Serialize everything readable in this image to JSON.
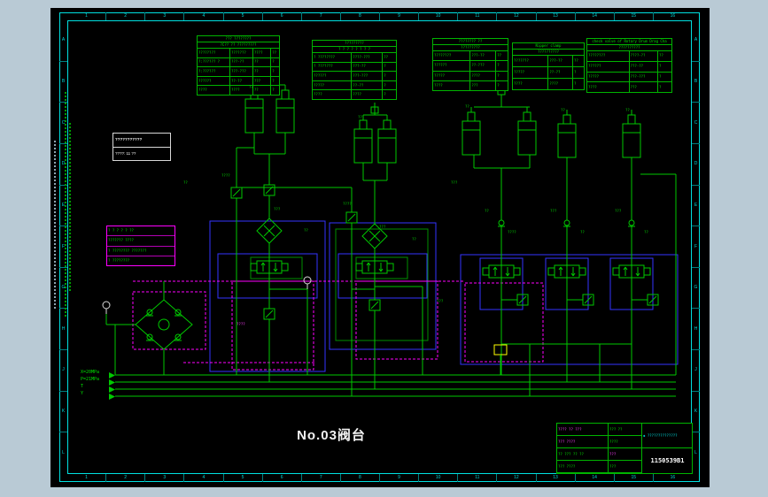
{
  "colors": {
    "background": "#b9cad5",
    "canvas": "#000000",
    "schematic_green": "#00c800",
    "frame_cyan": "#00e0e0",
    "highlight_magenta": "#ff00ff",
    "group_box_blue": "#3333ff"
  },
  "frame": {
    "zone_letters": [
      "A",
      "B",
      "C",
      "D",
      "E",
      "F",
      "G",
      "H",
      "J",
      "K",
      "L"
    ],
    "zone_numbers": [
      "1",
      "2",
      "3",
      "4",
      "5",
      "6",
      "7",
      "8",
      "9",
      "10",
      "11",
      "12",
      "13",
      "14",
      "15",
      "16"
    ]
  },
  "main_title": "No.03阀台",
  "bus_labels": {
    "x_line": "X=20MPa",
    "p_line": "P=21MPa",
    "t_line": "T",
    "y_line": "Y"
  },
  "label_box": {
    "line1": "???????????",
    "line2": "????: 11 ??"
  },
  "param_table": {
    "rows": [
      "? ? ? ? ? ??",
      "??????? ????",
      "? ???????? ???????",
      "? ????????"
    ]
  },
  "tables": [
    {
      "title1": "??? ????????",
      "title2": "?C?? ?? ?????????",
      "rows": [
        [
          "????????",
          "???????",
          "????",
          "??"
        ],
        [
          "?:?????? ?",
          "???-??",
          "??",
          "?"
        ],
        [
          "?:??????",
          "???-???",
          "??",
          "?"
        ],
        [
          "??????",
          "??-??",
          "???",
          "?"
        ],
        [
          "????",
          "????",
          "??",
          "?"
        ]
      ]
    },
    {
      "title1": "?????????",
      "title2": "? ? ? ? ? ? ? ?",
      "rows": [
        [
          "? ????????",
          "????-???",
          "??"
        ],
        [
          "? ???????",
          "???-??",
          "?"
        ],
        [
          "??????",
          "???-???",
          "?"
        ],
        [
          "?????",
          "??-??",
          "?"
        ],
        [
          "????",
          "????",
          "?"
        ]
      ]
    },
    {
      "title1": "???????? ??",
      "title2": "?????????",
      "rows": [
        [
          "????????",
          "???-??",
          "??"
        ],
        [
          "??????",
          "??-???",
          "?"
        ],
        [
          "?????",
          "????",
          "?"
        ],
        [
          "????",
          "???",
          "?"
        ]
      ]
    },
    {
      "title1": "Nipper clamp",
      "title2": "??????????",
      "rows": [
        [
          "???????",
          "???-??",
          "??"
        ],
        [
          "?????",
          "??-??",
          "?"
        ],
        [
          "????",
          "????",
          "?"
        ]
      ]
    },
    {
      "title1": "check valve of Rotary Drum Drag Cha",
      "title2": "??????????",
      "rows": [
        [
          "????????",
          "????-??",
          "??"
        ],
        [
          "??????",
          "???-??",
          "?"
        ],
        [
          "?????",
          "???-???",
          "?"
        ],
        [
          "????",
          "???",
          "?"
        ]
      ]
    }
  ],
  "schematic_labels": [
    "??",
    "????",
    "???",
    "??",
    "????",
    "???",
    "??",
    "???",
    "??",
    "????",
    "???",
    "??",
    "???",
    "??",
    "????",
    "???",
    "??",
    "??",
    "??",
    "??",
    "??"
  ],
  "title_block": {
    "logo": "◆",
    "company": "??????????????",
    "drawing_no": "1150539B1",
    "r1c1": "???? ?? ???",
    "r1c2": "??? ??",
    "r2c1": "??? ????",
    "r2c2": "????",
    "r3c1": "?? ??? ?? ??",
    "r3c2": "???",
    "r4c1": "??? ????",
    "r4c2": "???"
  }
}
